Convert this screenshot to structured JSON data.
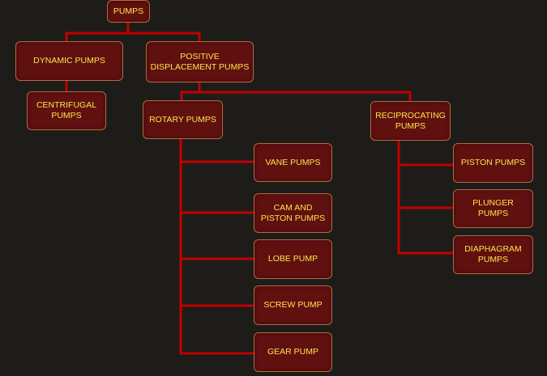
{
  "line_color": "#c00000",
  "node_fill": "#611010",
  "node_border": "#b36a3e",
  "text_color": "#ffe34a",
  "nodes": {
    "pumps": "PUMPS",
    "dynamic": "DYNAMIC PUMPS",
    "positive": "POSITIVE DISPLACEMENT PUMPS",
    "centrifugal": "CENTRIFUGAL PUMPS",
    "rotary": "ROTARY PUMPS",
    "reciprocating": "RECIPROCATING PUMPS",
    "vane": "VANE PUMPS",
    "cam_piston": "CAM AND PISTON PUMPS",
    "lobe": "LOBE PUMP",
    "screw": "SCREW PUMP",
    "gear": "GEAR PUMP",
    "piston": "PISTON PUMPS",
    "plunger": "PLUNGER PUMPS",
    "diaphragm": "DIAPHAGRAM PUMPS"
  }
}
